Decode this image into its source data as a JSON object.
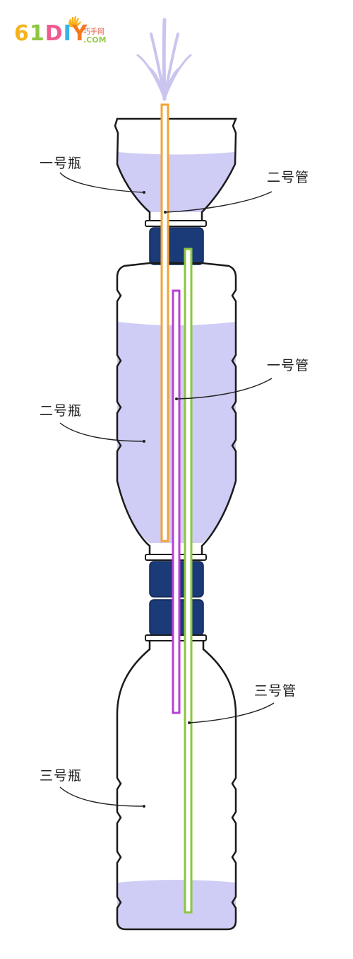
{
  "logo": {
    "main": "61DIY",
    "sub": "巧手网",
    "domain": ".COM"
  },
  "labels": {
    "bottle1": "一号瓶",
    "bottle2": "二号瓶",
    "bottle3": "三号瓶",
    "tube1": "一号管",
    "tube2": "二号管",
    "tube3": "三号管"
  },
  "colors": {
    "water": "#cfcdf6",
    "outline": "#1a1a1a",
    "cap": "#1b3a78",
    "tube1": "#b93fd6",
    "tube2": "#f2a43a",
    "tube3": "#8dc63f",
    "fountain": "#c9c5ef"
  }
}
